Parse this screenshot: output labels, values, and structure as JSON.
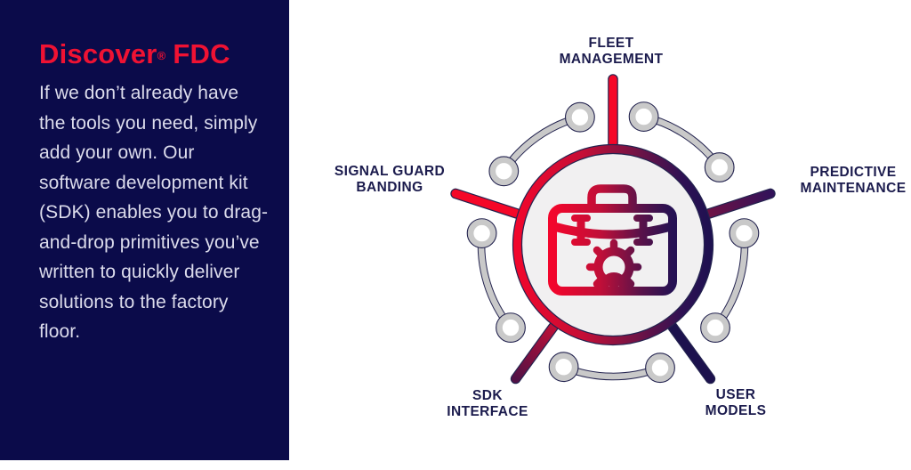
{
  "panel": {
    "title": {
      "main": "Discover",
      "registered": "®",
      "suffix": "FDC"
    },
    "body": "If we don’t already have the tools you need, simply add your own. Our software development kit (SDK) enables you to drag-and-drop primitives you’ve written to quickly deliver solutions to the factory floor.",
    "background_color": "#0b0b4a",
    "title_color": "#ef1233",
    "body_text_color": "#dcdcec"
  },
  "diagram": {
    "center_icon": "toolbox-gear-icon",
    "labels": [
      {
        "id": "fleet-management",
        "text": "FLEET\nMANAGEMENT"
      },
      {
        "id": "signal-guard-banding",
        "text": "SIGNAL GUARD\nBANDING"
      },
      {
        "id": "predictive-maintenance",
        "text": "PREDICTIVE\nMAINTENANCE"
      },
      {
        "id": "sdk-interface",
        "text": "SDK\nINTERFACE"
      },
      {
        "id": "user-models",
        "text": "USER\nMODELS"
      }
    ],
    "colors": {
      "red": "#f50728",
      "navy": "#1d1150",
      "maroon": "#8e1240",
      "gray_connector": "#c9c9c9",
      "hub_fill": "#f1f0f1",
      "outline_navy": "#23234f",
      "label_text": "#1b1b4d"
    }
  }
}
